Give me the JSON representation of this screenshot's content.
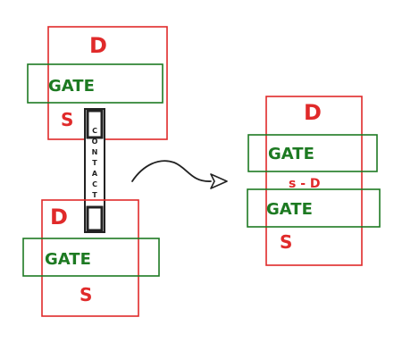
{
  "colors": {
    "red": "#e02a2a",
    "green": "#1d7a22",
    "black": "#222222",
    "background": "#ffffff"
  },
  "left_top_transistor": {
    "drain": "D",
    "gate": "GATE",
    "source": "S"
  },
  "contact": {
    "letters": [
      "C",
      "O",
      "N",
      "T",
      "A",
      "C",
      "T"
    ]
  },
  "left_bottom_transistor": {
    "drain": "D",
    "gate": "GATE",
    "source": "S"
  },
  "right_merged_transistor": {
    "drain": "D",
    "gate_top": "GATE",
    "shared_node": "s - D",
    "gate_bottom": "GATE",
    "source": "S"
  }
}
